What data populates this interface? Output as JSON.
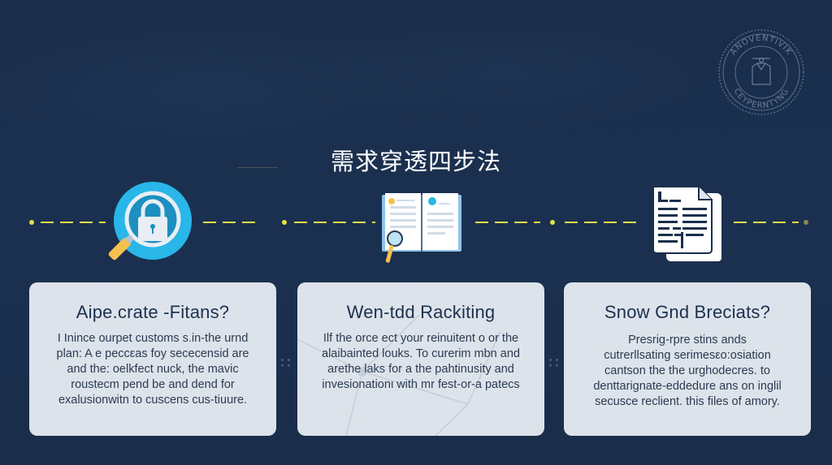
{
  "page": {
    "title": "需求穿透四步法",
    "colors": {
      "background": "#1a2e4b",
      "accent_line": "#e6e04a",
      "card_bg": "#dde3ea",
      "card_text": "#1c3150",
      "icon_blue": "#29b6e8",
      "icon_yellow": "#f5c04e"
    }
  },
  "badge": {
    "top_text": "ANOVENTIVIK",
    "bottom_text": "CEYPERNTYNG",
    "icon": "shirt-emblem-icon"
  },
  "timeline": {
    "icons": [
      "lock-magnifier-icon",
      "book-magnifier-icon",
      "document-icon"
    ]
  },
  "cards": [
    {
      "title": "Aipe.crate -Fitans?",
      "lines": [
        "I Inince ourpet customs s.in-the urnd",
        "plan: A e peccεas foy sececensid are",
        "and the: oelkfect nuck, the mavic",
        "roustecm pend be and dend for",
        "exalusionwitn to cuscens cus-tiuure."
      ]
    },
    {
      "title": "Wen-tdd Rackiting",
      "lines": [
        "Ilf the orce ect your reinuitent o or the",
        "alaibainted louks. To curerim mbn and",
        "arethe laks for a the pahtinusity and",
        "invesionationι with mr fest-or-a patecs"
      ]
    },
    {
      "title": "Snow Gnd Breciats?",
      "lines": [
        "Presrig-rpre stins ands",
        "cutrerllsating serimesεo:osiation",
        "cantson the the urghodecres. to",
        "denttarignate-eddedure ans on inglil",
        "secusce reclient. this files of amory."
      ]
    }
  ]
}
